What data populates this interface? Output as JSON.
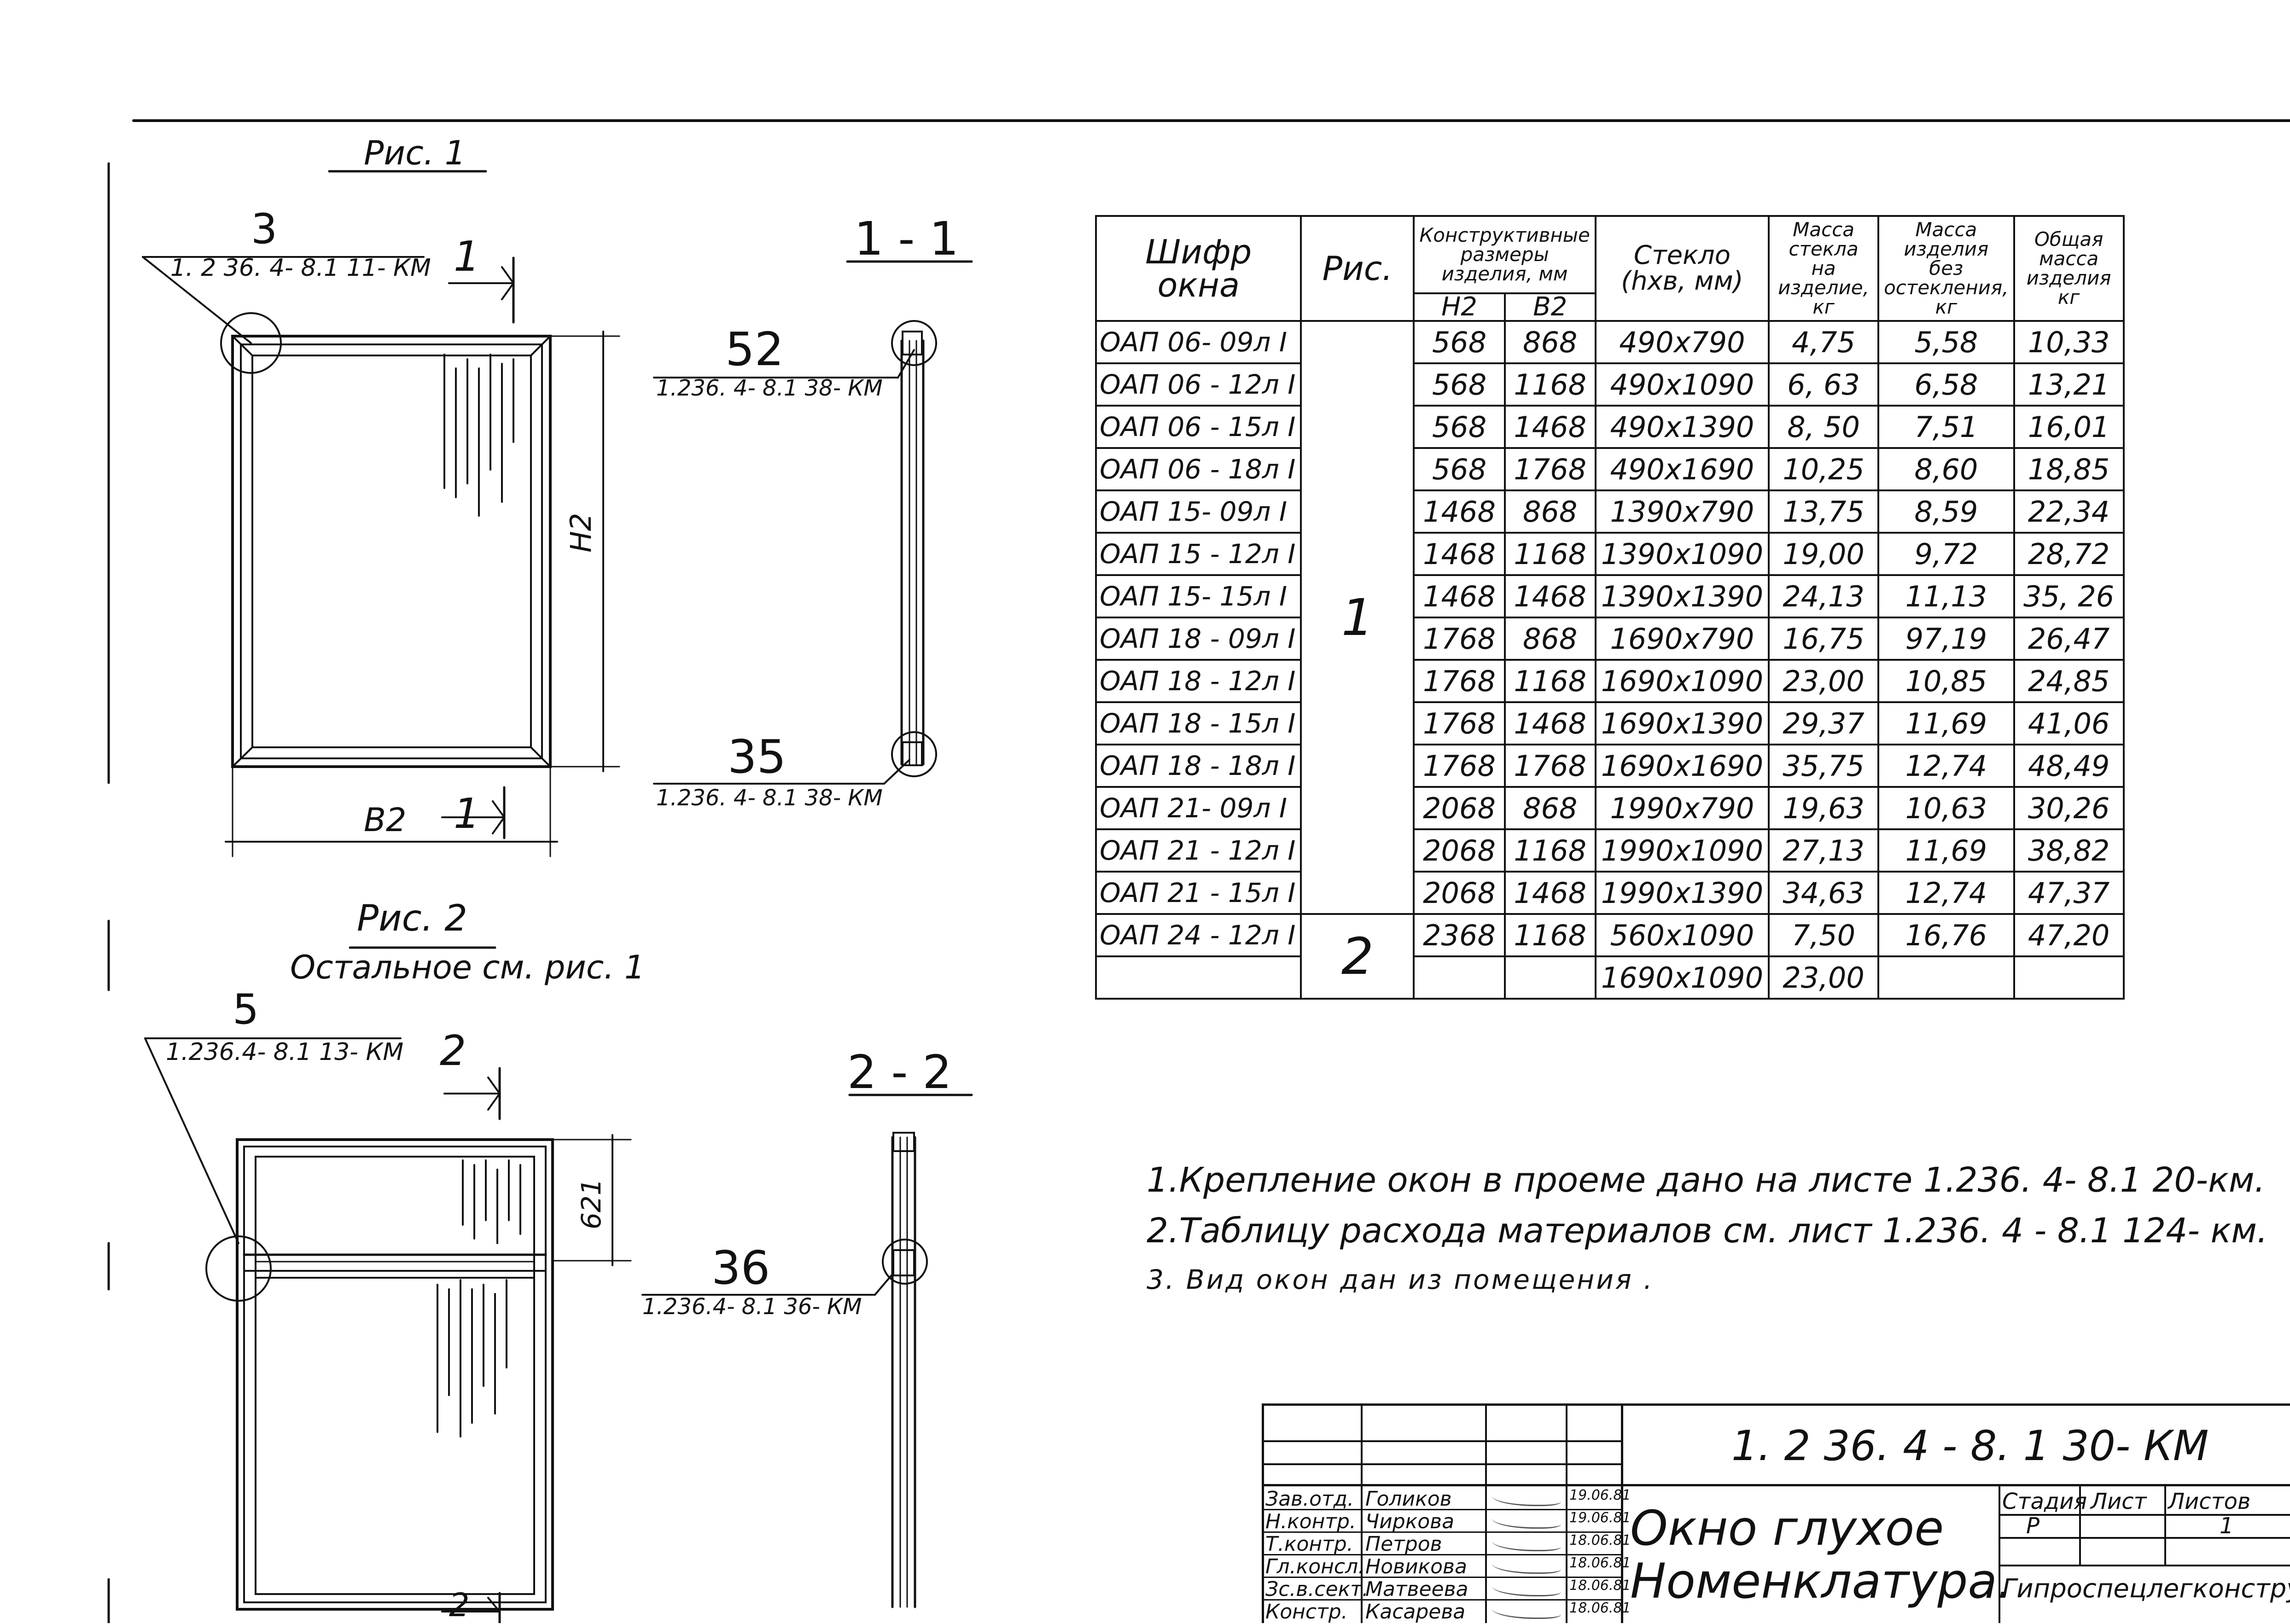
{
  "figure1": {
    "title": "Рис. 1",
    "callout_num": "3",
    "callout_ref": "1. 2 36. 4- 8.1  11- КМ",
    "section_mark": "1",
    "dim_h": "H2",
    "dim_b": "B2",
    "section_title": "1 - 1",
    "detail_top_num": "52",
    "detail_top_ref": "1.236. 4- 8.1  38- КМ",
    "detail_bot_num": "35",
    "detail_bot_ref": "1.236. 4- 8.1  38- КМ"
  },
  "figure2": {
    "title": "Рис. 2",
    "subtitle": "Остальное  см. рис. 1",
    "callout_num": "5",
    "callout_ref": "1.236.4- 8.1  13- КМ",
    "section_mark": "2",
    "dim_side": "621",
    "section_title": "2 - 2",
    "detail_num": "36",
    "detail_ref": "1.236.4- 8.1  36- КМ"
  },
  "table": {
    "headers": {
      "code": "Шифр окна",
      "fig": "Рис.",
      "dims": "Конструктивные размеры изделия, мм",
      "h2": "H2",
      "b2": "B2",
      "glass": "Стекло (hxв, мм)",
      "glass_mass": "Масса стекла на изделие, кг",
      "mass_no_glass": "Масса изделия без остекления, кг",
      "total_mass": "Общая масса изделия кг"
    },
    "rows": [
      {
        "code": "ОАП 06- 09л I",
        "h2": "568",
        "b2": "868",
        "glass": "490х790",
        "glass_mass": "4,75",
        "mass": "5,58",
        "total": "10,33"
      },
      {
        "code": "ОАП 06 - 12л I",
        "h2": "568",
        "b2": "1168",
        "glass": "490х1090",
        "glass_mass": "6, 63",
        "mass": "6,58",
        "total": "13,21"
      },
      {
        "code": "ОАП 06 - 15л I",
        "h2": "568",
        "b2": "1468",
        "glass": "490х1390",
        "glass_mass": "8, 50",
        "mass": "7,51",
        "total": "16,01"
      },
      {
        "code": "ОАП 06 - 18л I",
        "h2": "568",
        "b2": "1768",
        "glass": "490х1690",
        "glass_mass": "10,25",
        "mass": "8,60",
        "total": "18,85"
      },
      {
        "code": "ОАП 15- 09л I",
        "h2": "1468",
        "b2": "868",
        "glass": "1390х790",
        "glass_mass": "13,75",
        "mass": "8,59",
        "total": "22,34"
      },
      {
        "code": "ОАП 15 - 12л I",
        "h2": "1468",
        "b2": "1168",
        "glass": "1390х1090",
        "glass_mass": "19,00",
        "mass": "9,72",
        "total": "28,72"
      },
      {
        "code": "ОАП 15- 15л  I",
        "h2": "1468",
        "b2": "1468",
        "glass": "1390х1390",
        "glass_mass": "24,13",
        "mass": "11,13",
        "total": "35, 26"
      },
      {
        "code": "ОАП 18 - 09л I",
        "h2": "1768",
        "b2": "868",
        "glass": "1690х790",
        "glass_mass": "16,75",
        "mass": "97,19",
        "total": "26,47"
      },
      {
        "code": "ОАП 18 - 12л  I",
        "h2": "1768",
        "b2": "1168",
        "glass": "1690х1090",
        "glass_mass": "23,00",
        "mass": "10,85",
        "total": "24,85"
      },
      {
        "code": "ОАП 18 - 15л I",
        "h2": "1768",
        "b2": "1468",
        "glass": "1690х1390",
        "glass_mass": "29,37",
        "mass": "11,69",
        "total": "41,06"
      },
      {
        "code": "ОАП 18 - 18л  I",
        "h2": "1768",
        "b2": "1768",
        "glass": "1690х1690",
        "glass_mass": "35,75",
        "mass": "12,74",
        "total": "48,49"
      },
      {
        "code": "ОАП 21- 09л I",
        "h2": "2068",
        "b2": "868",
        "glass": "1990х790",
        "glass_mass": "19,63",
        "mass": "10,63",
        "total": "30,26"
      },
      {
        "code": "ОАП 21 - 12л I",
        "h2": "2068",
        "b2": "1168",
        "glass": "1990х1090",
        "glass_mass": "27,13",
        "mass": "11,69",
        "total": "38,82"
      },
      {
        "code": "ОАП 21 - 15л I",
        "h2": "2068",
        "b2": "1468",
        "glass": "1990х1390",
        "glass_mass": "34,63",
        "mass": "12,74",
        "total": "47,37"
      },
      {
        "code": "ОАП 24 - 12л I",
        "h2": "2368",
        "b2": "1168",
        "glass": "560х1090",
        "glass_mass": "7,50",
        "mass": "16,76",
        "total": "47,20"
      },
      {
        "code": "",
        "h2": "",
        "b2": "",
        "glass": "1690х1090",
        "glass_mass": "23,00",
        "mass": "",
        "total": ""
      }
    ],
    "fig_group1": "1",
    "fig_group2": "2"
  },
  "notes": [
    "1.Крепление  окон  в проеме  дано  на  листе  1.236. 4- 8.1 20-км.",
    "2.Таблицу  расхода  материалов см.  лист 1.236. 4 - 8.1  124- км.",
    "3. Вид  окон  дан  из  помещения ."
  ],
  "title_block": {
    "doc_code": "1. 2 36. 4 - 8. 1  30- КМ",
    "title_line1": "Окно  глухое",
    "title_line2": "Номенклатура.",
    "stage_label": "Стадия",
    "sheet_label": "Лист",
    "sheets_label": "Листов",
    "stage_value": "Р",
    "sheets_value": "1",
    "organization": "Гипроспецлегконструкция",
    "staff": [
      {
        "role": "Зав.отд.",
        "name": "Голиков",
        "date": "19.06.81"
      },
      {
        "role": "Н.контр.",
        "name": "Чиркова",
        "date": "19.06.81"
      },
      {
        "role": "Т.контр.",
        "name": "Петров",
        "date": "18.06.81"
      },
      {
        "role": "Гл.консл.",
        "name": "Новикова",
        "date": "18.06.81"
      },
      {
        "role": "Зс.в.сект.",
        "name": "Матвеева",
        "date": "18.06.81"
      },
      {
        "role": "Констр.",
        "name": "Касарева",
        "date": "18.06.81"
      }
    ]
  }
}
